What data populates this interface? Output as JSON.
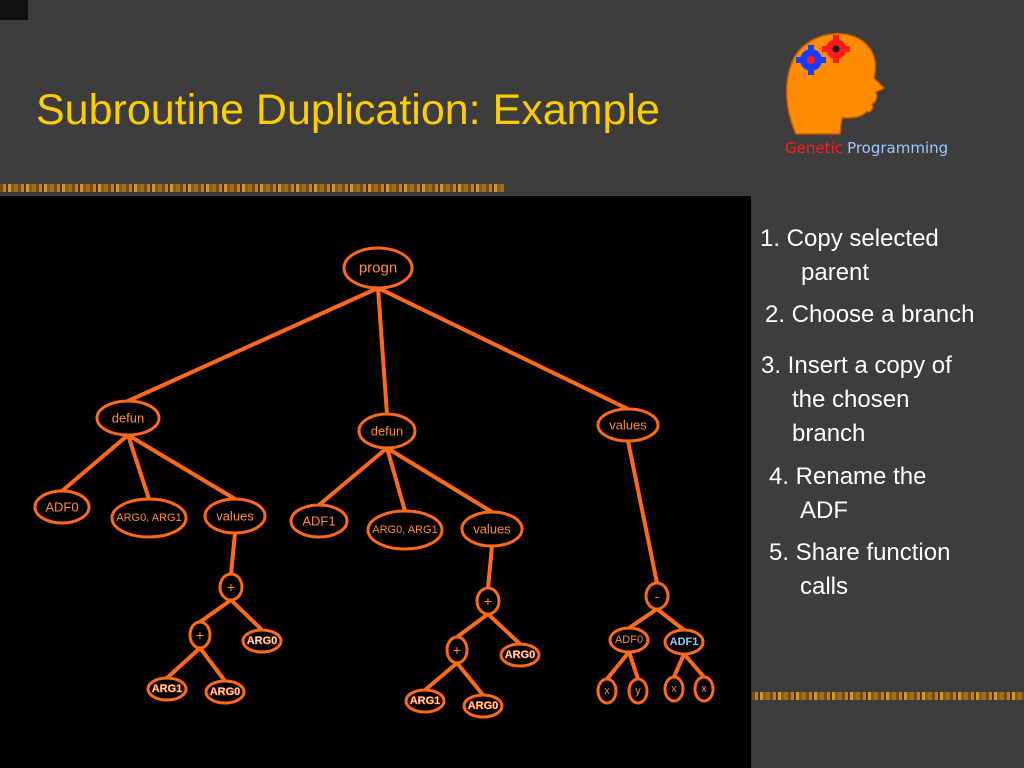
{
  "slide": {
    "title": "Subroutine Duplication: Example",
    "logo": {
      "caption_word1": "Genetic",
      "caption_word2": "Programming",
      "icon": "head-with-gears-icon",
      "colors": {
        "head": "#ff8c00",
        "gear_blue": "#1a3cff",
        "gear_red": "#ff1a1a"
      }
    },
    "steps": [
      {
        "line1": "1.  Copy selected",
        "line2": "parent"
      },
      {
        "line1": "2. Choose a branch"
      },
      {
        "line1": "3. Insert a copy of",
        "line2": "the chosen",
        "line3": "branch"
      },
      {
        "line1": "4. Rename  the",
        "line2": "ADF"
      },
      {
        "line1": "5. Share function",
        "line2": "calls"
      }
    ],
    "colors": {
      "title": "#ffcc00",
      "node_stroke": "#ff6a1a",
      "node_text": "#ff8c3a",
      "highlight_text": "#9ec8ff"
    }
  },
  "tree": {
    "nodes": [
      {
        "id": "progn",
        "label": "progn"
      },
      {
        "id": "defun1",
        "label": "defun"
      },
      {
        "id": "defun2",
        "label": "defun"
      },
      {
        "id": "values_root",
        "label": "values"
      },
      {
        "id": "adf0_name",
        "label": "ADF0"
      },
      {
        "id": "args1",
        "label": "ARG0, ARG1"
      },
      {
        "id": "values1",
        "label": "values"
      },
      {
        "id": "adf1_name",
        "label": "ADF1"
      },
      {
        "id": "args2",
        "label": "ARG0, ARG1"
      },
      {
        "id": "values2",
        "label": "values"
      },
      {
        "id": "plus1",
        "label": "+"
      },
      {
        "id": "plus1b",
        "label": "+"
      },
      {
        "id": "arg0_a",
        "label": "ARG0"
      },
      {
        "id": "arg1_a",
        "label": "ARG1"
      },
      {
        "id": "arg0_b",
        "label": "ARG0"
      },
      {
        "id": "plus2",
        "label": "+"
      },
      {
        "id": "plus2b",
        "label": "+"
      },
      {
        "id": "arg0_c",
        "label": "ARG0"
      },
      {
        "id": "arg1_c",
        "label": "ARG1"
      },
      {
        "id": "arg0_d",
        "label": "ARG0"
      },
      {
        "id": "minus",
        "label": "-"
      },
      {
        "id": "call_adf0",
        "label": "ADF0"
      },
      {
        "id": "call_adf1",
        "label": "ADF1",
        "highlight": true
      },
      {
        "id": "x1",
        "label": "x"
      },
      {
        "id": "y1",
        "label": "y"
      },
      {
        "id": "x2",
        "label": "x"
      },
      {
        "id": "x3",
        "label": "x"
      }
    ],
    "edges": [
      [
        "progn",
        "defun1"
      ],
      [
        "progn",
        "defun2"
      ],
      [
        "progn",
        "values_root"
      ],
      [
        "defun1",
        "adf0_name"
      ],
      [
        "defun1",
        "args1"
      ],
      [
        "defun1",
        "values1"
      ],
      [
        "defun2",
        "adf1_name"
      ],
      [
        "defun2",
        "args2"
      ],
      [
        "defun2",
        "values2"
      ],
      [
        "values1",
        "plus1"
      ],
      [
        "plus1",
        "plus1b"
      ],
      [
        "plus1",
        "arg0_a"
      ],
      [
        "plus1b",
        "arg1_a"
      ],
      [
        "plus1b",
        "arg0_b"
      ],
      [
        "values2",
        "plus2"
      ],
      [
        "plus2",
        "plus2b"
      ],
      [
        "plus2",
        "arg0_c"
      ],
      [
        "plus2b",
        "arg1_c"
      ],
      [
        "plus2b",
        "arg0_d"
      ],
      [
        "values_root",
        "minus"
      ],
      [
        "minus",
        "call_adf0"
      ],
      [
        "minus",
        "call_adf1"
      ],
      [
        "call_adf0",
        "x1"
      ],
      [
        "call_adf0",
        "y1"
      ],
      [
        "call_adf1",
        "x2"
      ],
      [
        "call_adf1",
        "x3"
      ]
    ]
  }
}
